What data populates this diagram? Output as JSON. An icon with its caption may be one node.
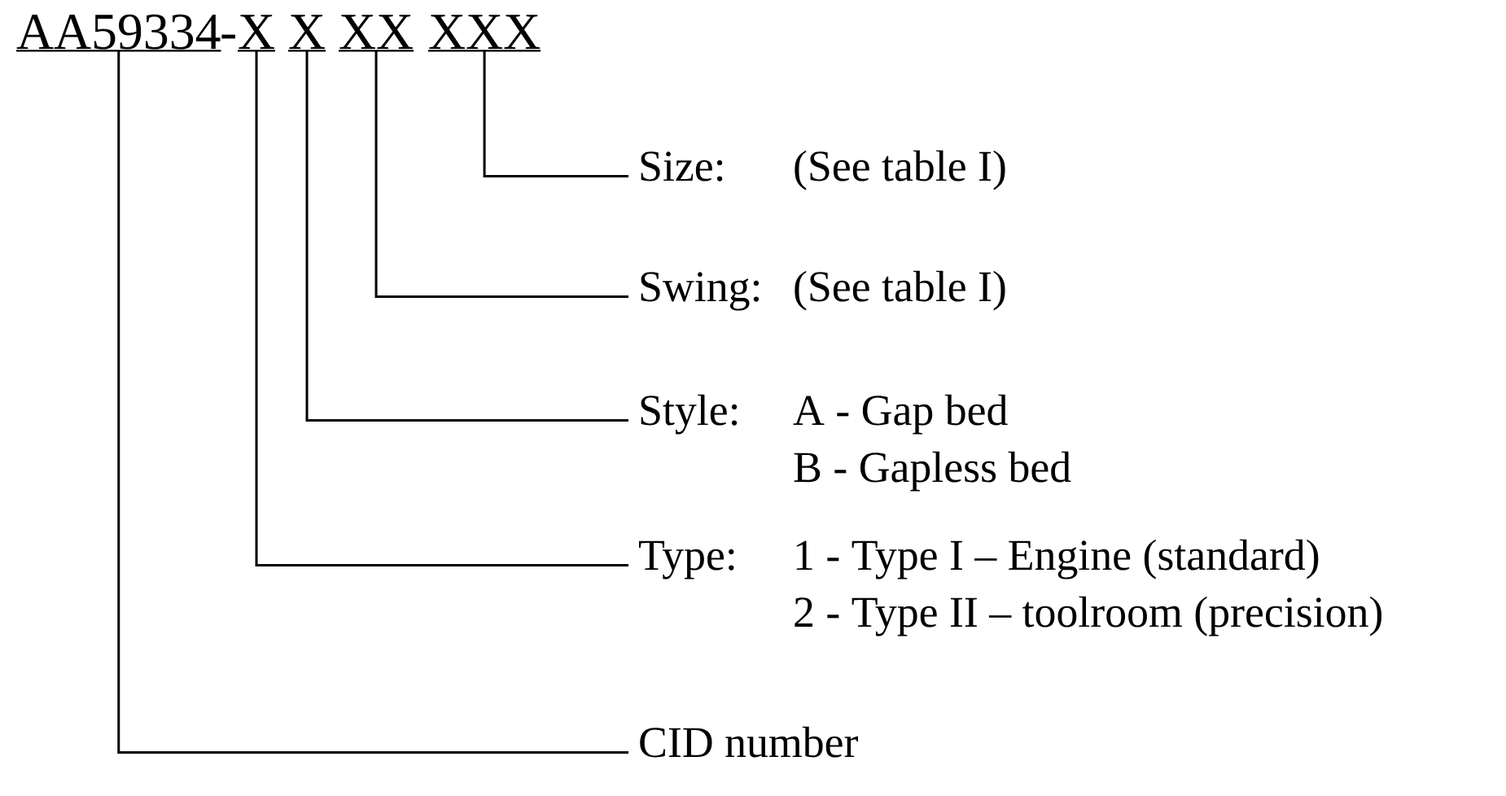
{
  "diagram": {
    "nodes": [
      {
        "text": [
          "AA59334"
        ]
      },
      {
        "text": [
          "X"
        ]
      },
      {
        "text": [
          "X"
        ]
      },
      {
        "text": [
          "XX"
        ]
      },
      {
        "text": [
          "XXX"
        ]
      },
      {
        "text": [
          "Size:",
          "(See table I)"
        ]
      },
      {
        "text": [
          "Swing:",
          "(See table I)"
        ]
      },
      {
        "text": [
          "Style:",
          "A - Gap bed",
          "B - Gapless bed"
        ]
      },
      {
        "text": [
          "Type:",
          "1 - Type I – Engine (standard)",
          "2 - Type II – toolroom (precision)"
        ]
      },
      {
        "text": [
          "CID number"
        ]
      }
    ],
    "edges": [
      {
        "from": 4,
        "to": 5,
        "arrow": "none"
      },
      {
        "from": 3,
        "to": 6,
        "arrow": "none"
      },
      {
        "from": 2,
        "to": 7,
        "arrow": "none"
      },
      {
        "from": 1,
        "to": 8,
        "arrow": "none"
      },
      {
        "from": 0,
        "to": 9,
        "arrow": "none"
      }
    ],
    "labels": [
      "-"
    ]
  }
}
